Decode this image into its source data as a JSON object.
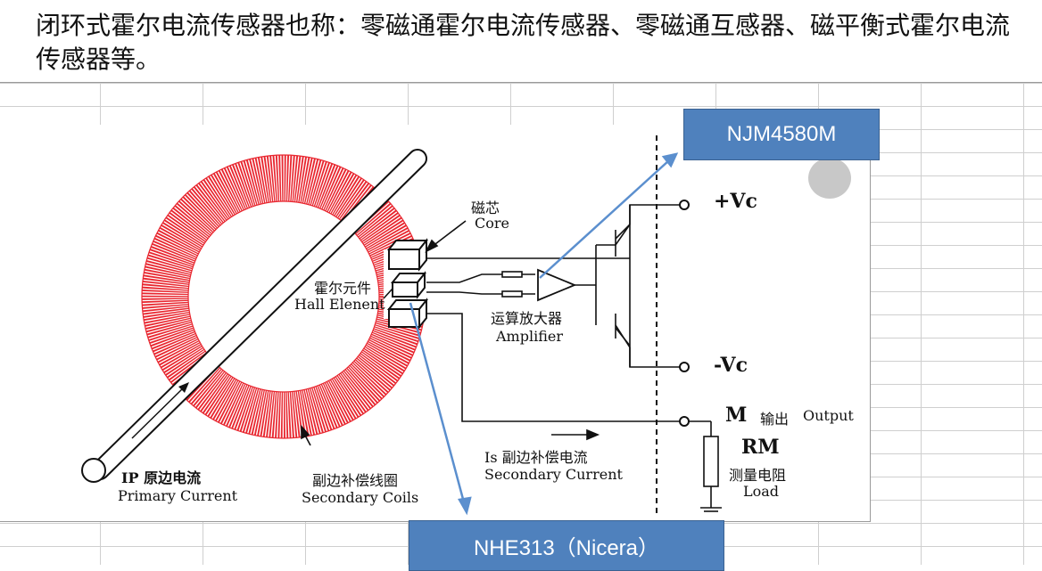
{
  "heading": {
    "text": "闭环式霍尔电流传感器也称：零磁通霍尔电流传感器、零磁通互感器、磁平衡式霍尔电流传感器等。"
  },
  "diagram": {
    "core_cn": "磁芯",
    "core_en": "Core",
    "hall_cn": "霍尔元件",
    "hall_en": "Hall Elenent",
    "amp_cn": "运算放大器",
    "amp_en": "Amplifier",
    "vc_plus": "+Vc",
    "vc_minus": "-Vc",
    "output_m": "M",
    "output_cn": "输出",
    "output_en": "Output",
    "rm": "RM",
    "load_cn": "测量电阻",
    "load_en": "Load",
    "is_cn": "Is 副边补偿电流",
    "is_en": "Secondary Current",
    "coil_cn": "副边补偿线圈",
    "coil_en": "Secondary Coils",
    "ip_cn": "IP 原边电流",
    "ip_en": "Primary Current"
  },
  "callouts": {
    "top": "NJM4580M",
    "bottom": "NHE313（Nicera）"
  },
  "colors": {
    "coil": "#e8262f",
    "callout_fill": "#4f81bd",
    "arrow": "#5b8fce"
  }
}
